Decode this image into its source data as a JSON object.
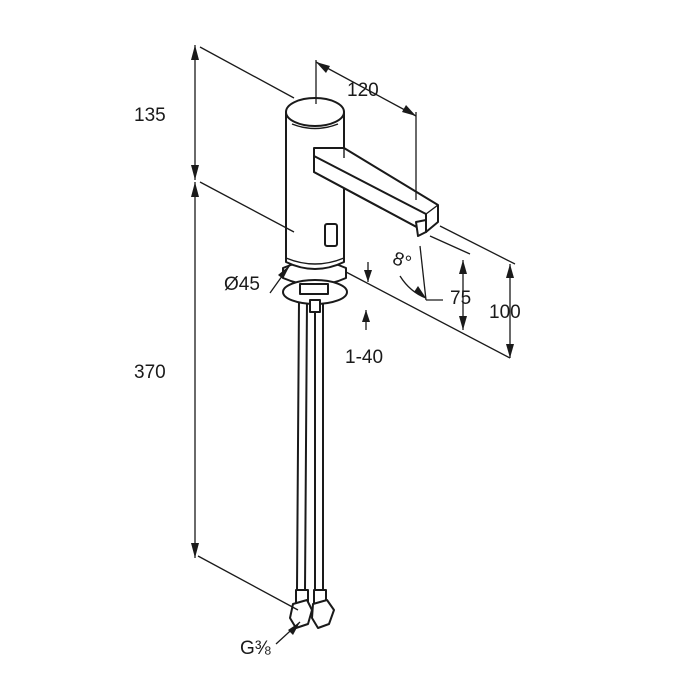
{
  "drawing": {
    "dimensions": {
      "overall_upper": "135",
      "spout_reach": "120",
      "lower_height": "370",
      "diameter": "Ø45",
      "spout_angle": "8°",
      "spout_height_75": "75",
      "spout_height_100": "100",
      "counter_thickness": "1-40",
      "connection_thread": "G⅜"
    }
  }
}
